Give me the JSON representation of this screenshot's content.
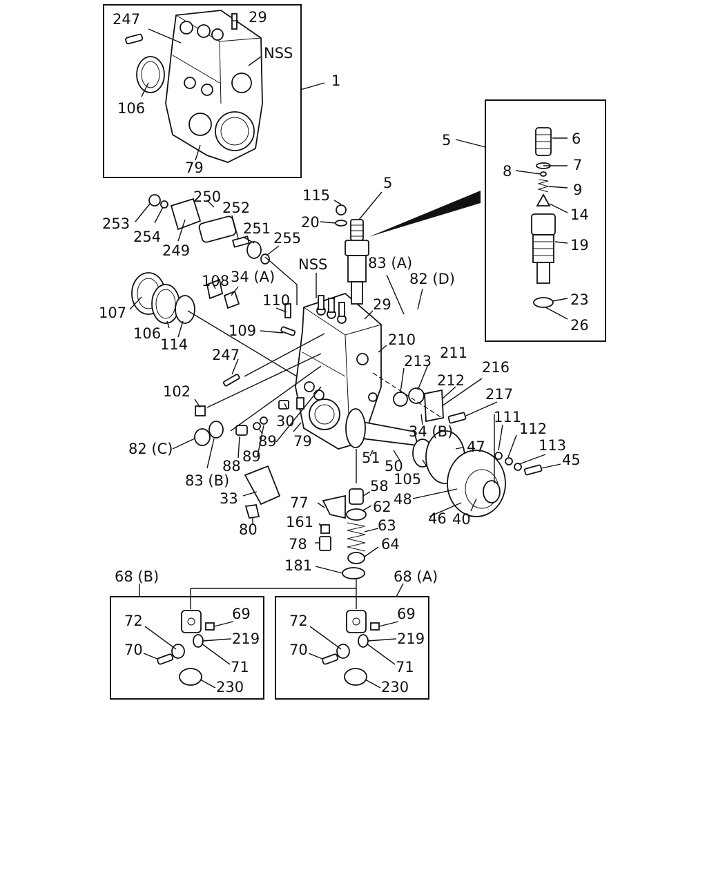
{
  "labels": {
    "l247a": "247",
    "l29a": "29",
    "lNSSa": "NSS",
    "l1": "1",
    "l106a": "106",
    "l79a": "79",
    "l5a": "5",
    "l6": "6",
    "l7": "7",
    "l8": "8",
    "l9": "9",
    "l14": "14",
    "l19": "19",
    "l23": "23",
    "l26": "26",
    "l115": "115",
    "l5b": "5",
    "l20": "20",
    "l253": "253",
    "l254": "254",
    "l250": "250",
    "l252": "252",
    "l249": "249",
    "l251": "251",
    "l255": "255",
    "l108": "108",
    "l34a": "34 (A)",
    "lNSSb": "NSS",
    "l83a": "83 (A)",
    "l82d": "82 (D)",
    "l110": "110",
    "l107": "107",
    "l106b": "106",
    "l114": "114",
    "l109": "109",
    "l29b": "29",
    "l210": "210",
    "l247b": "247",
    "l213": "213",
    "l211": "211",
    "l216": "216",
    "l212": "212",
    "l217": "217",
    "l102": "102",
    "l30": "30",
    "l34b": "34 (B)",
    "l111": "111",
    "l112": "112",
    "l113": "113",
    "l45": "45",
    "l82c": "82 (C)",
    "l89a": "89",
    "l79b": "79",
    "l47": "47",
    "l88": "88",
    "l89b": "89",
    "l51": "51",
    "l50": "50",
    "l105": "105",
    "l83b": "83 (B)",
    "l58": "58",
    "l33": "33",
    "l48": "48",
    "l77": "77",
    "l62": "62",
    "l46": "46",
    "l40": "40",
    "l161": "161",
    "l63": "63",
    "l80": "80",
    "l78": "78",
    "l64": "64",
    "l181": "181",
    "l68b": "68 (B)",
    "l68a": "68 (A)",
    "l72a": "72",
    "l69a": "69",
    "l219a": "219",
    "l70a": "70",
    "l71a": "71",
    "l230a": "230",
    "l72b": "72",
    "l69b": "69",
    "l219b": "219",
    "l70b": "70",
    "l71b": "71",
    "l230b": "230"
  }
}
